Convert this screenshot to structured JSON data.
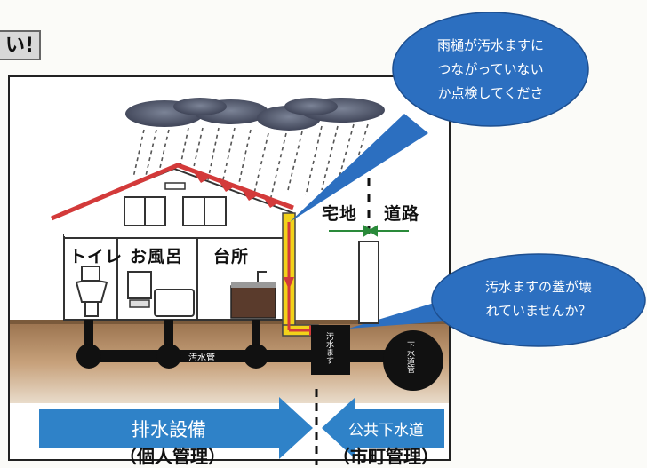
{
  "corner_tag": "い!",
  "bubble_top": {
    "lines": [
      "雨樋が汚水ますに",
      "つながっていない",
      "か点検してくださ"
    ]
  },
  "bubble_bottom": {
    "lines": [
      "汚水ますの蓋が壊",
      "れていませんか？"
    ]
  },
  "rooms": {
    "toilet": "トイレ",
    "bath": "お風呂",
    "kitchen": "台所"
  },
  "boundary": {
    "private": "宅地",
    "road": "道路"
  },
  "pipes": {
    "sewage_pipe": "汚水管",
    "sewage_basin": "汚水ます",
    "public_main": "下水道管"
  },
  "bottom": {
    "left_title": "排水設備",
    "left_sub": "（個人管理）",
    "right_title": "公共下水道",
    "right_sub": "（市町管理）"
  },
  "colors": {
    "bubble_blue": "#2c6fc0",
    "arrow_blue": "#2f82c8",
    "roof_red": "#d33a3a",
    "soil_brown": "#b48b62",
    "rain_pipe_yellow": "#f2d21a"
  }
}
